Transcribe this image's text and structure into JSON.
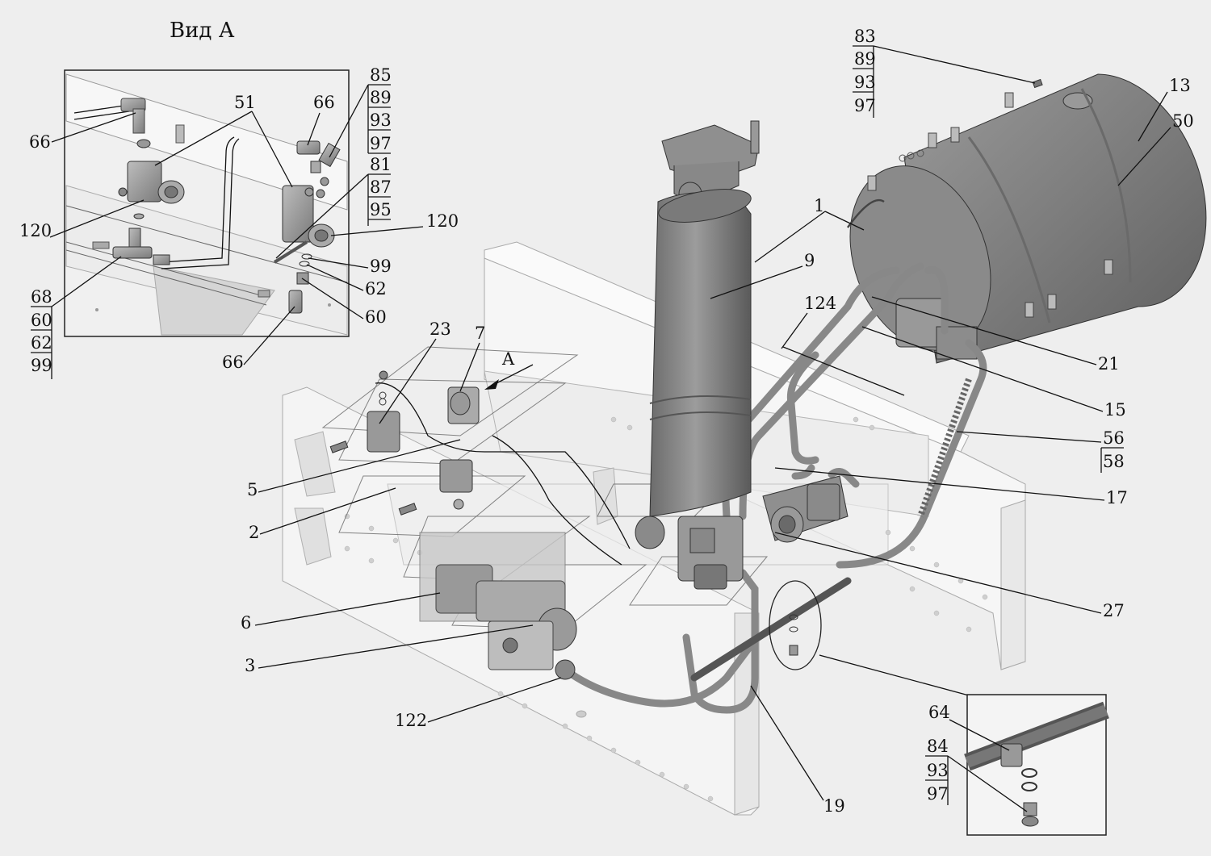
{
  "view_title": "Вид А",
  "view_marker": "A",
  "inset_a": {
    "labels": {
      "l66_left": "66",
      "l51": "51",
      "l66_top": "66",
      "l120_left": "120",
      "l120_right": "120",
      "l99": "99",
      "l62": "62",
      "l60": "60",
      "l66_bottom": "66"
    },
    "stack_right_top": [
      "85",
      "89",
      "93",
      "97"
    ],
    "stack_right_mid": [
      "81",
      "87",
      "95"
    ],
    "stack_left": [
      "68",
      "60",
      "62",
      "99"
    ]
  },
  "main": {
    "stack_top": [
      "83",
      "89",
      "93",
      "97"
    ],
    "labels": {
      "l13": "13",
      "l50": "50",
      "l1": "1",
      "l9": "9",
      "l124": "124",
      "l21": "21",
      "l15": "15",
      "l17": "17",
      "l27": "27",
      "l23": "23",
      "l7": "7",
      "l5": "5",
      "l2": "2",
      "l6": "6",
      "l3": "3",
      "l122": "122",
      "l19": "19"
    },
    "stack_56": [
      "56",
      "58"
    ]
  },
  "detail": {
    "l64": "64",
    "stack": [
      "84",
      "93",
      "97"
    ]
  }
}
